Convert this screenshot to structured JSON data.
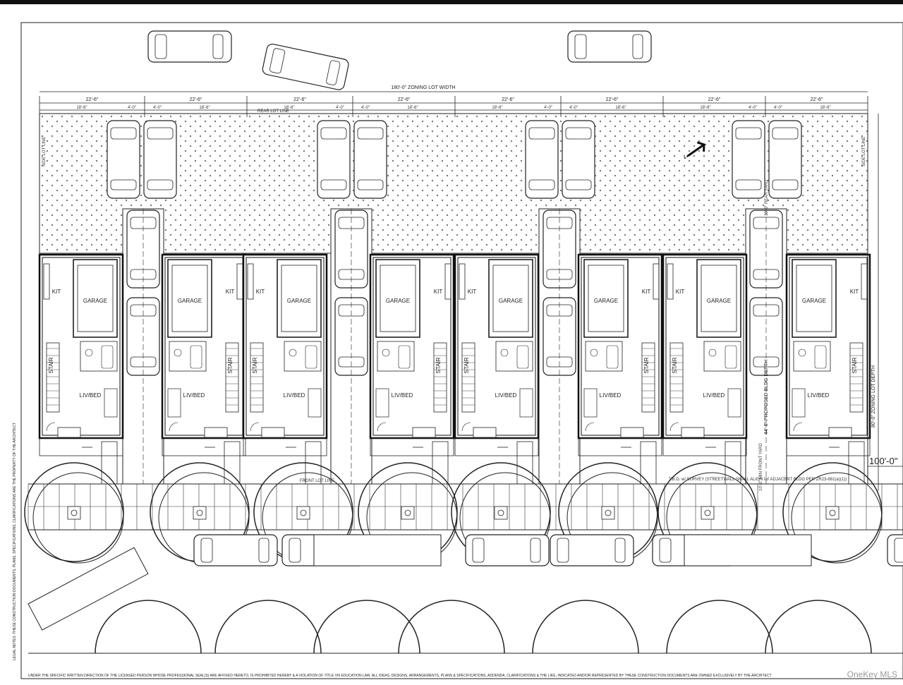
{
  "dimensions": {
    "lot_width": "180'-0\" ZONING LOT WIDTH",
    "lot_depth": "80'-0\" ZONING LOT DEPTH",
    "module_width": "22'-6\"",
    "sub_dim_a": "18'-6\"",
    "sub_dim_b": "4'-0\"",
    "front_yard": "10'-0\" MIN FRONT YARD",
    "proposed_depth": "44'-6\" PROPOSED BLDG DEPTH",
    "rear_yard": "30'-0\" REAR YARD",
    "right_dim": "100'-0\""
  },
  "lines": {
    "rear_lot_line": "REAR LOT LINE",
    "front_lot_line": "FRONT LOT LINE",
    "side_lot_line": "SIDE LOT LINE"
  },
  "rooms": {
    "garage": "GARAGE",
    "kitchen": "KIT",
    "stair": "STAIR",
    "living_bed": "LIV/BED"
  },
  "street_note": "T.B.D. w/ SURVEY (STREETWALL SHALL ALIGN W/ ADJACENT BLDG PER ZR23-661(a)(1))",
  "left_margin_note": "LEGAL NOTES: THESE CONSTRUCTION DOCUMENTS, PLANS, SPECIFICATIONS, CLARIFICATIONS ARE THE PROPERTY OF THE ARCHITECT",
  "bottom_legal_note": "UNDER THE SPECIFIC WRITTEN DIRECTION OF THE LICENSED PERSON WHOSE PROFESSIONAL SEAL(S) ARE AFFIXED HERETO, IS PROHIBITED HEREBY & A VIOLATION OF TITLE VIII EDUCATION LAW. ALL IDEAS, DESIGNS, ARRANGEMENTS, PLANS & SPECIFICATIONS, ADDENDA, CLARIFICATIONS & THE LIKE, INDICATED AND/OR REPRESENTED BY THESE CONSTRUCTION DOCUMENTS ARE OWNED EXCLUSIVELY BY THE ARCHITECT",
  "watermark": "OneKey MLS",
  "colors": {
    "line": "#1a1a1a",
    "hatch": "#555555",
    "paper": "#ffffff"
  }
}
